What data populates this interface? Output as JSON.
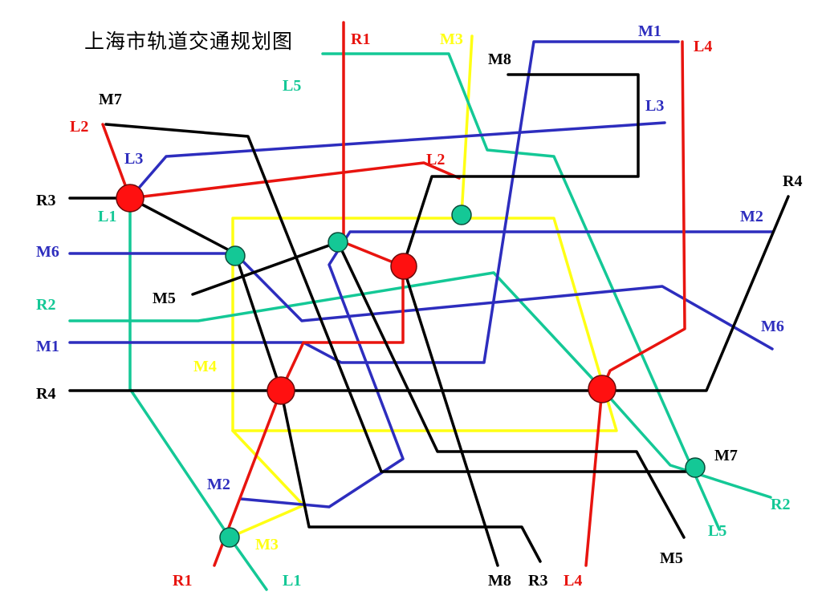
{
  "title": "上海市轨道交通规划图",
  "colors": {
    "R": "#e8140f",
    "L_red": "#e8140f",
    "L_green": "#14c896",
    "L_blue": "#2d2dbe",
    "M_black": "#000000",
    "M_yellow": "#ffff14",
    "M_blue": "#2d2dbe",
    "station_transfer_major": "#ff1010",
    "station_transfer_minor": "#14c896"
  },
  "lines": [
    {
      "id": "R1",
      "label": "R1",
      "color": "#e8140f"
    },
    {
      "id": "R2",
      "label": "R2",
      "color": "#14c896"
    },
    {
      "id": "R3",
      "label": "R3",
      "color": "#000000"
    },
    {
      "id": "R4",
      "label": "R4",
      "color": "#000000"
    },
    {
      "id": "L1",
      "label": "L1",
      "color": "#14c896"
    },
    {
      "id": "L2",
      "label": "L2",
      "color": "#e8140f"
    },
    {
      "id": "L3",
      "label": "L3",
      "color": "#2d2dbe"
    },
    {
      "id": "L4",
      "label": "L4",
      "color": "#e8140f"
    },
    {
      "id": "L5",
      "label": "L5",
      "color": "#14c896"
    },
    {
      "id": "M1",
      "label": "M1",
      "color": "#2d2dbe"
    },
    {
      "id": "M2",
      "label": "M2",
      "color": "#2d2dbe"
    },
    {
      "id": "M3",
      "label": "M3",
      "color": "#ffff14"
    },
    {
      "id": "M4",
      "label": "M4",
      "color": "#ffff14"
    },
    {
      "id": "M5",
      "label": "M5",
      "color": "#000000"
    },
    {
      "id": "M6",
      "label": "M6",
      "color": "#2d2dbe"
    },
    {
      "id": "M7",
      "label": "M7",
      "color": "#000000"
    },
    {
      "id": "M8",
      "label": "M8",
      "color": "#000000"
    }
  ],
  "labels": {
    "title": "上海市轨道交通规划图",
    "R1_top": "R1",
    "R1_bottom": "R1",
    "R2_left": "R2",
    "R2_right": "R2",
    "R3_left": "R3",
    "R3_bottom": "R3",
    "R4_left": "R4",
    "R4_right": "R4",
    "L1_left": "L1",
    "L1_bottom": "L1",
    "L2_top": "L2",
    "L2_mid": "L2",
    "L3_left": "L3",
    "L3_right": "L3",
    "L4_top": "L4",
    "L4_bottom": "L4",
    "L5_top": "L5",
    "L5_bottom": "L5",
    "M1_left": "M1",
    "M1_top": "M1",
    "M2_right": "M2",
    "M2_bottom": "M2",
    "M3_top": "M3",
    "M3_bottom": "M3",
    "M4": "M4",
    "M5_left": "M5",
    "M5_bottom": "M5",
    "M6_left": "M6",
    "M6_right": "M6",
    "M7_top": "M7",
    "M7_right": "M7",
    "M8_top": "M8",
    "M8_bottom": "M8"
  }
}
